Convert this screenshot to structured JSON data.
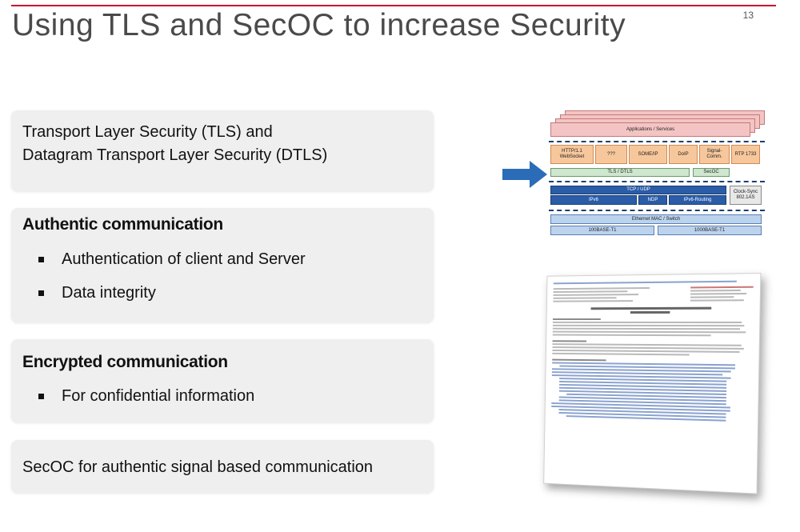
{
  "slide": {
    "title": "Using TLS and SecOC to increase Security",
    "number": "13"
  },
  "boxes": {
    "tls": {
      "line1": "Transport Layer Security  (TLS) and",
      "line2": "Datagram Transport Layer Security (DTLS)"
    },
    "auth": {
      "heading": "Authentic communication",
      "bullets": [
        "Authentication of client and Server",
        "Data integrity"
      ]
    },
    "enc": {
      "heading": "Encrypted communication",
      "bullets": [
        "For confidential information"
      ]
    },
    "secoc": {
      "text": "SecOC for authentic signal based communication"
    }
  },
  "stack_diagram": {
    "applications": "Applications / Services",
    "protocols": [
      "HTTP/1.1 WebSocket",
      "???",
      "SOME/IP",
      "DoIP",
      "Signal-Comm.",
      "RTP 1733"
    ],
    "tls_dtls": "TLS / DTLS",
    "secoc": "SecOC",
    "tcp_udp": "TCP / UDP",
    "ipv6": "IPv6",
    "ndp": "NDP",
    "ipv6_routing": "IPv6-Routing",
    "clock_sync": "Clock-Sync 802.1AS",
    "ethernet": "Ethernet MAC / Switch",
    "phy": [
      "100BASE-T1",
      "1000BASE-T1"
    ],
    "colors": {
      "app": "#f4c4c4",
      "protocol": "#f7c79c",
      "tls": "#cfe6cf",
      "network": "#2a5ca8",
      "ethernet": "#bcd3ee",
      "arrow": "#2b6cb8"
    }
  }
}
